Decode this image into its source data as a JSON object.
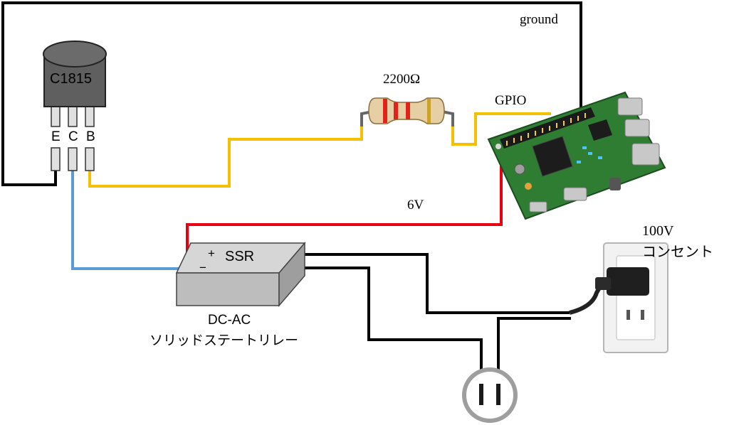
{
  "labels": {
    "ground": "ground",
    "resistor_value": "2200Ω",
    "gpio": "GPIO",
    "six_volt": "6V",
    "outlet_voltage": "100V",
    "outlet_name": "コンセント",
    "transistor_model": "C1815",
    "pin_e": "E",
    "pin_c": "C",
    "pin_b": "B",
    "ssr_plus": "+",
    "ssr_minus": "−",
    "ssr_name": "SSR",
    "relay_line1": "DC-AC",
    "relay_line2": "ソリッドステートリレー"
  },
  "colors": {
    "ground_wire": "#000000",
    "gpio_wire": "#f5c000",
    "power_wire": "#e60012",
    "collector_wire": "#5b9bd5",
    "ac_wire": "#000000",
    "transistor_body": "#5f5f5f",
    "ssr_body": "#bdbdbd",
    "pcb": "#2e7d32"
  }
}
